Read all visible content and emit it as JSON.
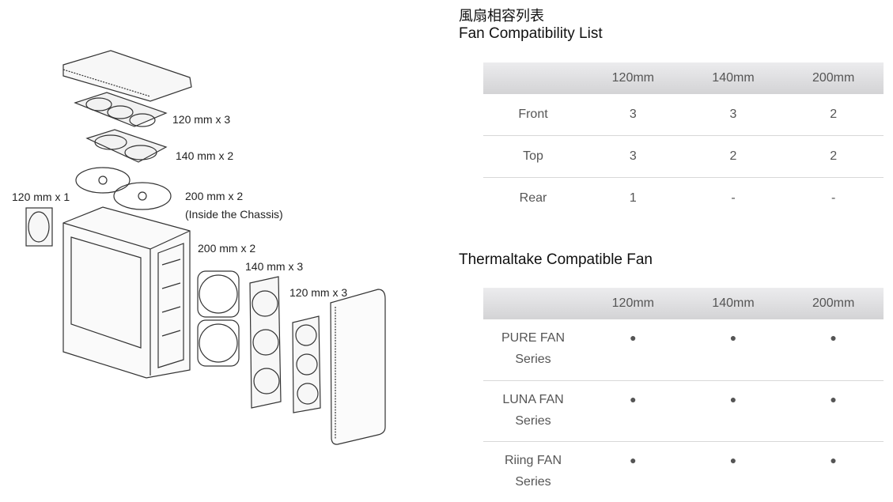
{
  "diagram": {
    "labels": [
      "120 mm x 3",
      "140 mm x 2",
      "120 mm x 1",
      "200 mm x 2",
      "(Inside the Chassis)",
      "200 mm x 2",
      "140 mm x 3",
      "120 mm x 3"
    ]
  },
  "compat": {
    "title_zh": "風扇相容列表",
    "title_en": "Fan Compatibility List",
    "headers": [
      "",
      "120mm",
      "140mm",
      "200mm"
    ],
    "rows": [
      {
        "pos": "Front",
        "v": [
          "3",
          "3",
          "2"
        ]
      },
      {
        "pos": "Top",
        "v": [
          "3",
          "2",
          "2"
        ]
      },
      {
        "pos": "Rear",
        "v": [
          "1",
          "-",
          "-"
        ]
      }
    ]
  },
  "tt": {
    "title": "Thermaltake Compatible Fan",
    "headers": [
      "",
      "120mm",
      "140mm",
      "200mm"
    ],
    "rows": [
      {
        "name": "PURE FAN",
        "sub": "Series",
        "v": [
          "●",
          "●",
          "●"
        ]
      },
      {
        "name": "LUNA FAN",
        "sub": "Series",
        "v": [
          "●",
          "●",
          "●"
        ]
      },
      {
        "name": "Riing FAN",
        "sub": "Series",
        "v": [
          "●",
          "●",
          "●"
        ]
      }
    ]
  }
}
